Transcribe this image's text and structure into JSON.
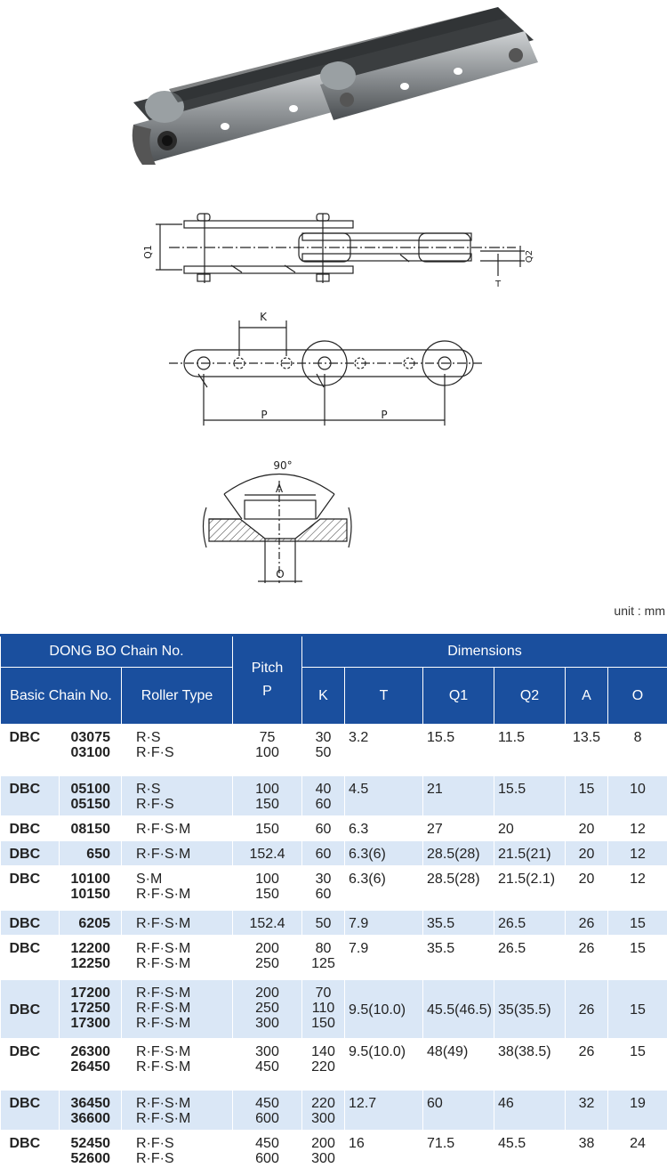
{
  "figure": {
    "labels": {
      "q1": "Q1",
      "q2": "Q2",
      "t": "T",
      "k": "K",
      "p_left": "P",
      "p_right": "P",
      "angle": "90°",
      "a": "A",
      "o": "O"
    }
  },
  "unit": "unit : mm",
  "table": {
    "header": {
      "chain_no": "DONG BO Chain No.",
      "basic_chain_no": "Basic Chain No.",
      "roller_type": "Roller Type",
      "pitch": "Pitch",
      "pitch_symbol": "P",
      "dimensions": "Dimensions",
      "k": "K",
      "t": "T",
      "q1": "Q1",
      "q2": "Q2",
      "a": "A",
      "o": "O"
    },
    "rows": [
      {
        "prefix": "DBC",
        "numbers": "03075\n03100",
        "roller": "R·S\nR·F·S",
        "pitch": "75\n100",
        "k": "30\n50",
        "t": "3.2",
        "q1": "15.5",
        "q2": "11.5",
        "a": "13.5",
        "o": "8"
      },
      {
        "prefix": "DBC",
        "numbers": "05100\n05150",
        "roller": "R·S\nR·F·S",
        "pitch": "100\n150",
        "k": "40\n60",
        "t": "4.5",
        "q1": "21",
        "q2": "15.5",
        "a": "15",
        "o": "10"
      },
      {
        "prefix": "DBC",
        "numbers": "08150",
        "roller": "R·F·S·M",
        "pitch": "150",
        "k": "60",
        "t": "6.3",
        "q1": "27",
        "q2": "20",
        "a": "20",
        "o": "12"
      },
      {
        "prefix": "DBC",
        "numbers": "650",
        "roller": "R·F·S·M",
        "pitch": "152.4",
        "k": "60",
        "t": "6.3(6)",
        "q1": "28.5(28)",
        "q2": "21.5(21)",
        "a": "20",
        "o": "12"
      },
      {
        "prefix": "DBC",
        "numbers": "10100\n10150",
        "roller": "S·M\nR·F·S·M",
        "pitch": "100\n150",
        "k": "30\n60",
        "t": "6.3(6)",
        "q1": "28.5(28)",
        "q2": "21.5(2.1)",
        "a": "20",
        "o": "12"
      },
      {
        "prefix": "DBC",
        "numbers": "6205",
        "roller": "R·F·S·M",
        "pitch": "152.4",
        "k": "50",
        "t": "7.9",
        "q1": "35.5",
        "q2": "26.5",
        "a": "26",
        "o": "15"
      },
      {
        "prefix": "DBC",
        "numbers": "12200\n12250",
        "roller": "R·F·S·M\nR·F·S·M",
        "pitch": "200\n250",
        "k": "80\n125",
        "t": "7.9",
        "q1": "35.5",
        "q2": "26.5",
        "a": "26",
        "o": "15"
      },
      {
        "prefix": "DBC",
        "numbers": "17200\n17250\n17300",
        "roller": "R·F·S·M\nR·F·S·M\nR·F·S·M",
        "pitch": "200\n250\n300",
        "k": "70\n110\n150",
        "t": "9.5(10.0)",
        "q1": "45.5(46.5)",
        "q2": "35(35.5)",
        "a": "26",
        "o": "15"
      },
      {
        "prefix": "DBC",
        "numbers": "26300\n26450",
        "roller": "R·F·S·M\nR·F·S·M",
        "pitch": "300\n450",
        "k": "140\n220",
        "t": "9.5(10.0)",
        "q1": "48(49)",
        "q2": "38(38.5)",
        "a": "26",
        "o": "15"
      },
      {
        "prefix": "DBC",
        "numbers": "36450\n36600",
        "roller": "R·F·S·M\nR·F·S·M",
        "pitch": "450\n600",
        "k": "220\n300",
        "t": "12.7",
        "q1": "60",
        "q2": "46",
        "a": "32",
        "o": "19"
      },
      {
        "prefix": "DBC",
        "numbers": "52450\n52600",
        "roller": "R·F·S\nR·F·S",
        "pitch": "450\n600",
        "k": "200\n300",
        "t": "16",
        "q1": "71.5",
        "q2": "45.5",
        "a": "38",
        "o": "24"
      }
    ]
  }
}
